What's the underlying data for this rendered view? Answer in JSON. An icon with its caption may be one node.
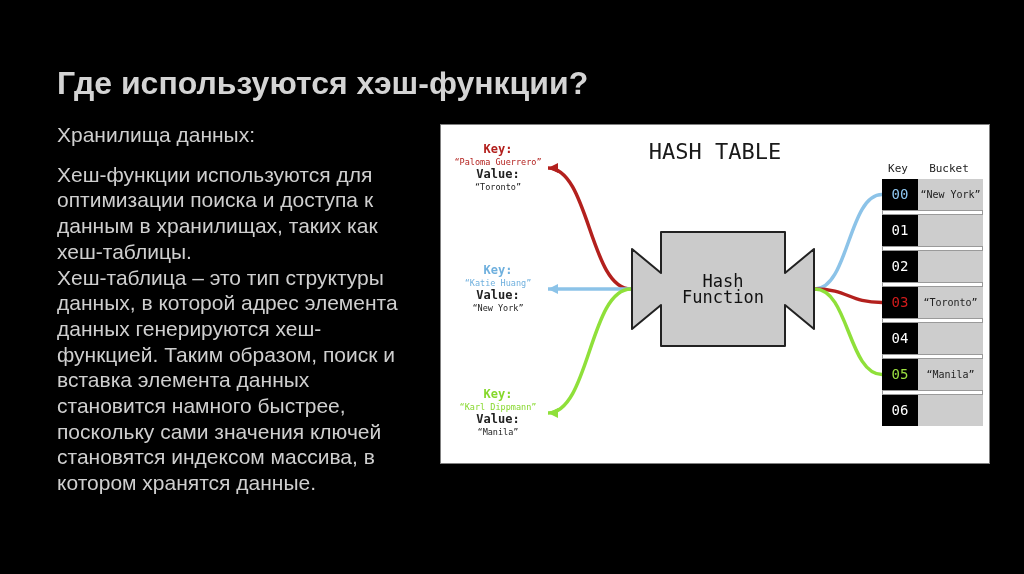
{
  "diagram": {
    "title": "Где используются хэш-функции?",
    "nodes": [
      {
        "text": [
          "HASH TABLE"
        ]
      },
      {
        "text": [
          "Key:",
          "“Paloma Guerrero”",
          "Value:",
          "“Toronto”"
        ],
        "in": 0
      },
      {
        "text": [
          "Key:",
          "“Katie Huang”",
          "Value:",
          "“New York”"
        ],
        "in": 0
      },
      {
        "text": [
          "Key:",
          "“Karl Dippmann”",
          "Value:",
          "“Manila”"
        ],
        "in": 0
      },
      {
        "text": [
          "Hash Function"
        ],
        "in": 0
      },
      {
        "text": [
          "00",
          "“New York”"
        ],
        "in": 0
      },
      {
        "text": [
          "01"
        ],
        "in": 0
      },
      {
        "text": [
          "02"
        ],
        "in": 0
      },
      {
        "text": [
          "03",
          "“Toronto”"
        ],
        "in": 0
      },
      {
        "text": [
          "04"
        ],
        "in": 0
      },
      {
        "text": [
          "05",
          "“Manila”"
        ],
        "in": 0
      },
      {
        "text": [
          "06"
        ],
        "in": 0
      }
    ],
    "edges": [
      {
        "from": 4,
        "to": 1,
        "arrow": "to",
        "color": "#b3201d"
      },
      {
        "from": 4,
        "to": 2,
        "arrow": "to",
        "color": "#8cc3e8"
      },
      {
        "from": 4,
        "to": 3,
        "arrow": "to",
        "color": "#8fe03a"
      },
      {
        "from": 4,
        "to": 5,
        "arrow": "none",
        "color": "#8cc3e8"
      },
      {
        "from": 4,
        "to": 8,
        "arrow": "none",
        "color": "#b3201d"
      },
      {
        "from": 4,
        "to": 10,
        "arrow": "none",
        "color": "#8fe03a"
      }
    ],
    "labels": [
      "Хранилища данных:",
      "Хеш-функции используются для оптимизации поиска и доступа к данным в хранилищах, таких как хеш-таблицы.",
      "Хеш-таблица – это тип структуры данных, в которой адрес элемента данных генерируются хеш-функцией. Таким образом, поиск и вставка элемента данных становится намного быстрее, поскольку сами значения ключей становятся индексом массива, в котором хранятся данные.",
      "Key",
      "Bucket"
    ]
  }
}
